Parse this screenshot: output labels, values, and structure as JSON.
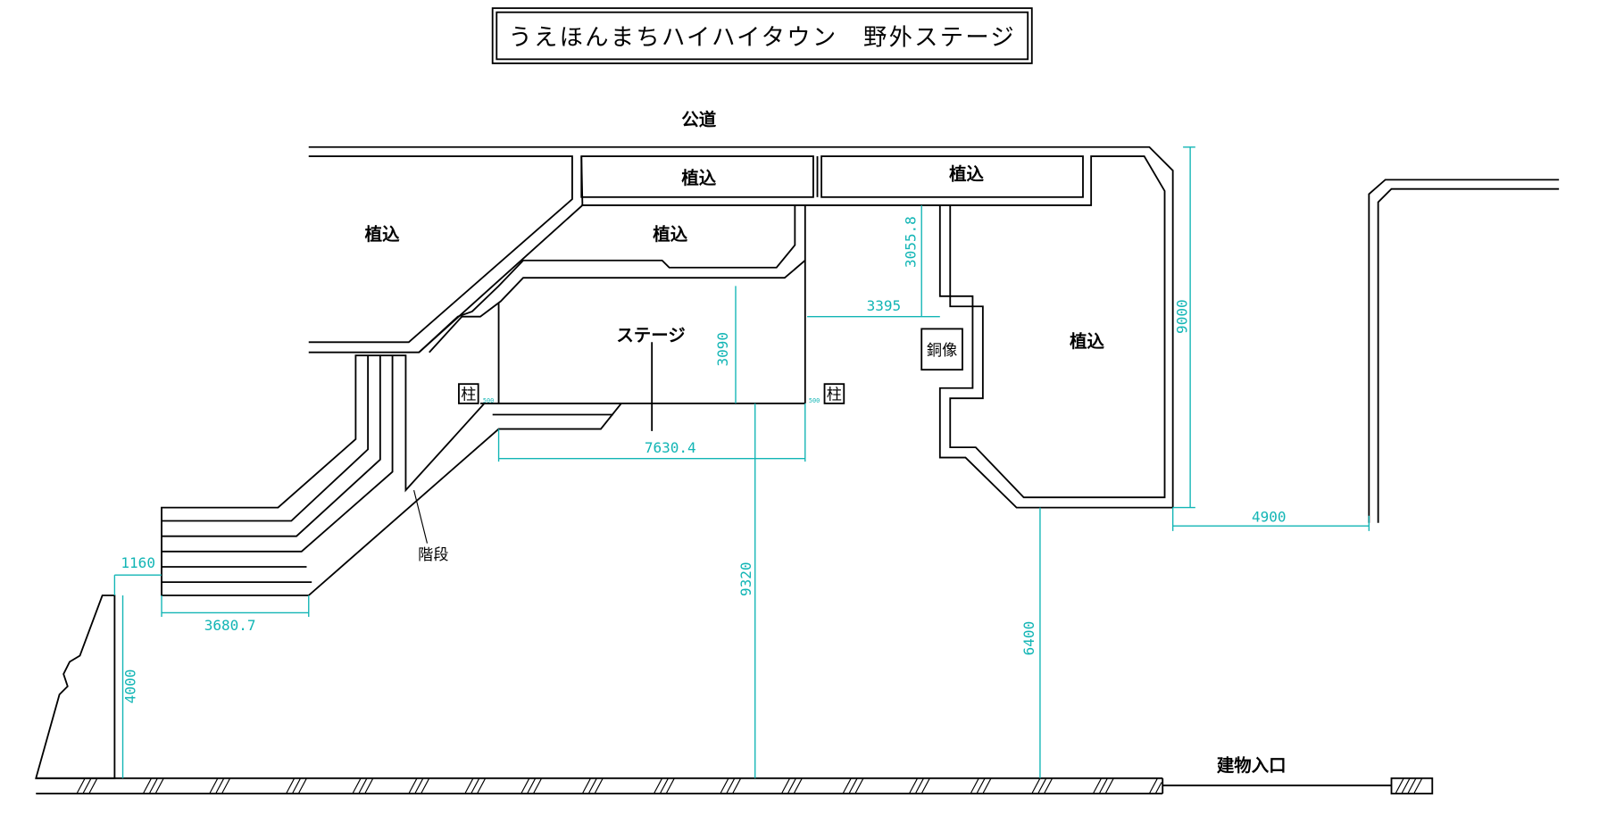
{
  "title": "うえほんまちハイハイタウン　野外ステージ",
  "labels": {
    "road": "公道",
    "planting_top_left": "植込",
    "planting_top_right": "植込",
    "planting_left": "植込",
    "planting_center": "植込",
    "planting_right": "植込",
    "stage": "ステージ",
    "statue": "銅像",
    "pillar_left": "柱",
    "pillar_right": "柱",
    "stairs": "階段",
    "building_entrance": "建物入口"
  },
  "dimensions": {
    "right_height": "9000",
    "right_gap": "4900",
    "planter_to_ground": "6400",
    "stage_to_ground": "9320",
    "stage_width": "7630.4",
    "stage_depth": "3090",
    "stage_to_statue": "3395",
    "road_to_statue": "3055.8",
    "wall_offset": "1160",
    "stair_width": "3680.7",
    "wall_height": "4000",
    "pillar_offset_left": "500",
    "pillar_offset_right": "500"
  },
  "colors": {
    "dimension": "#12b5b5",
    "line": "#000000"
  }
}
